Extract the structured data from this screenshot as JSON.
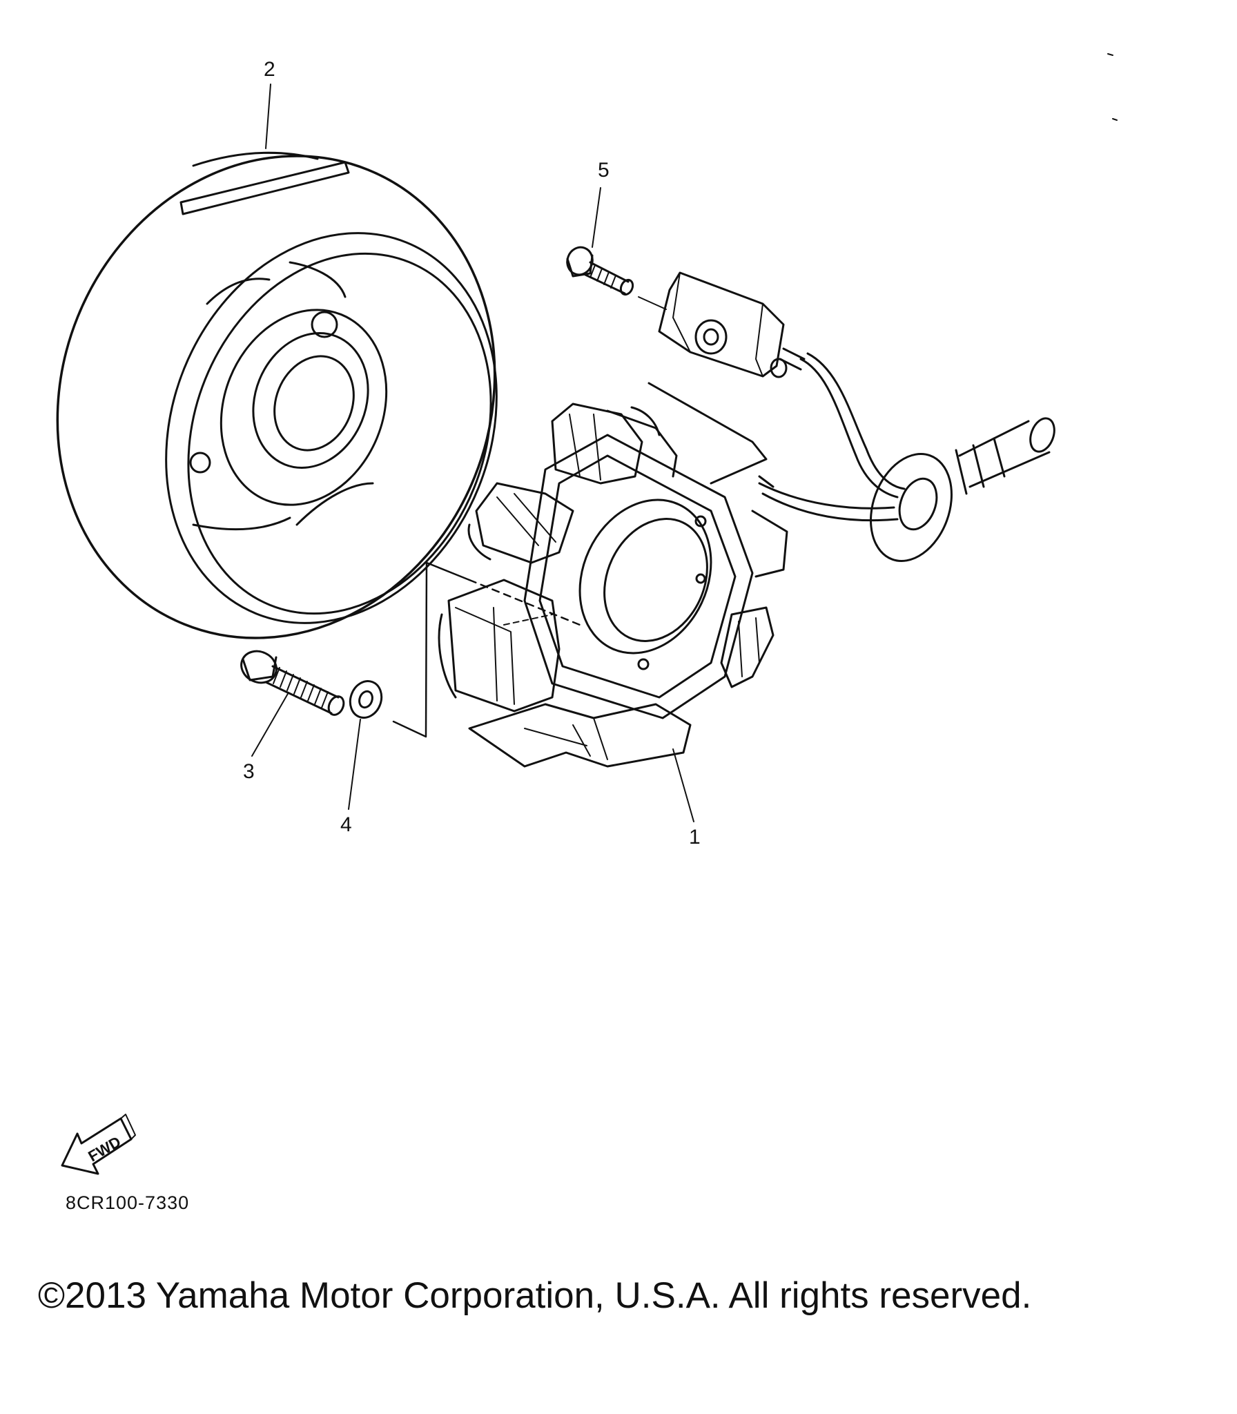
{
  "callouts": {
    "part_1": "1",
    "part_2": "2",
    "part_3": "3",
    "part_4": "4",
    "part_5": "5"
  },
  "fwd_label": "FWD",
  "diagram_code": "8CR100-7330",
  "copyright": "©2013 Yamaha Motor Corporation, U.S.A. All rights reserved.",
  "colors": {
    "ink": "#111111",
    "background": "#ffffff"
  }
}
